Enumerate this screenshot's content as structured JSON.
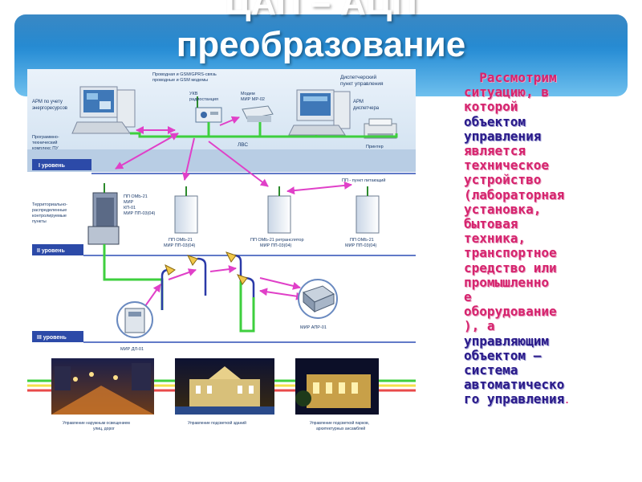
{
  "slide": {
    "title_line1": "ЦАП – АЦП",
    "title_line2": "преобразование",
    "text_lines": [
      "  Рассмотрим",
      "ситуацию, в",
      "которой",
      "объектом",
      "управления",
      "является",
      "техническое",
      "устройство",
      "(лабораторная",
      "установка,",
      "бытовая",
      "техника,",
      "транспортное",
      "средство или",
      "промышленно",
      "е",
      "оборудование",
      "), а",
      "управляющим",
      "объектом —",
      "система",
      "автоматическо",
      "го управления"
    ],
    "text_end": "."
  },
  "diagram": {
    "labels": {
      "arm_energy": [
        "АРМ по учету",
        "энергоресурсов"
      ],
      "complex": [
        "Программно-",
        "технический",
        "комплекс ПУ"
      ],
      "gsm": [
        "Проводная и GSM/GPRS-связь",
        "проводные и GSM модемы"
      ],
      "ukv": [
        "УКВ",
        "радиостанция"
      ],
      "modem": [
        "Модем",
        "МИР МР-02"
      ],
      "dispatch": [
        "Диспетчерский",
        "пункт управления"
      ],
      "arm_disp": [
        "АРМ",
        "диспетчера"
      ],
      "lvs": "ЛВС",
      "printer": "Принтер",
      "pp_note": "ПП - пункт питающий",
      "level1": "I уровень",
      "level2": "II уровень",
      "level3": "III уровень",
      "territorial": [
        "Территориально-",
        "распределенные",
        "контролируемые",
        "пункты"
      ],
      "pp_kp": [
        "ПП ОМЬ-21",
        "МИР",
        "КП-01",
        "МИР ПП-03(04)"
      ],
      "box1": [
        "ПП ОМЬ-21",
        "МИР ПП-03(04)"
      ],
      "box2": [
        "ПП ОМЬ-21 ретранслятор",
        "МИР ПП-03(04)"
      ],
      "box3": [
        "ПП ОМЬ-21",
        "МИР ПП-03(04)"
      ],
      "apr": "МИР АПР-01",
      "dl": "МИР ДЛ-01",
      "photo1": [
        "Управление наружным освещением",
        "улиц, дорог"
      ],
      "photo2": "Управление подсветкой зданий",
      "photo3": [
        "Управление подсветкой парков,",
        "архитектурных ансамблей"
      ]
    },
    "colors": {
      "green_link": "#3ecf3e",
      "magenta_link": "#e040c8",
      "blue_bus": "#2d4fb5",
      "level_badge": "#2c4aa8"
    }
  }
}
